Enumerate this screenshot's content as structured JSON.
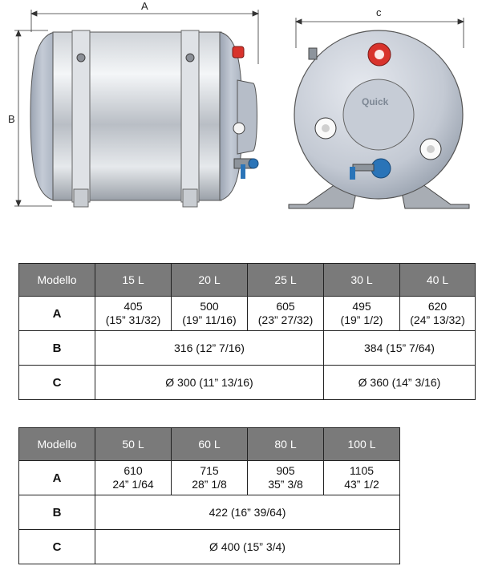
{
  "drawing": {
    "dimension_labels": {
      "a": "A",
      "b": "B",
      "c": "c"
    },
    "logo_text": "Quick"
  },
  "table1": {
    "header": [
      "Modello",
      "15 L",
      "20 L",
      "25 L",
      "30 L",
      "40 L"
    ],
    "row_a": {
      "label": "A",
      "cells": [
        [
          "405",
          "(15” 31/32)"
        ],
        [
          "500",
          "(19” 11/16)"
        ],
        [
          "605",
          "(23” 27/32)"
        ],
        [
          "495",
          "(19” 1/2)"
        ],
        [
          "620",
          "(24” 13/32)"
        ]
      ]
    },
    "row_b": {
      "label": "B",
      "cells": [
        "316 (12” 7/16)",
        "384 (15” 7/64)"
      ]
    },
    "row_c": {
      "label": "C",
      "cells": [
        "Ø 300 (11” 13/16)",
        "Ø 360 (14” 3/16)"
      ]
    }
  },
  "table2": {
    "header": [
      "Modello",
      "50 L",
      "60 L",
      "80 L",
      "100 L"
    ],
    "row_a": {
      "label": "A",
      "cells": [
        [
          "610",
          "24” 1/64"
        ],
        [
          "715",
          "28” 1/8"
        ],
        [
          "905",
          "35” 3/8"
        ],
        [
          "1105",
          "43” 1/2"
        ]
      ]
    },
    "row_b": {
      "label": "B",
      "cells": [
        "422 (16” 39/64)"
      ]
    },
    "row_c": {
      "label": "C",
      "cells": [
        "Ø 400 (15” 3/4)"
      ]
    }
  }
}
